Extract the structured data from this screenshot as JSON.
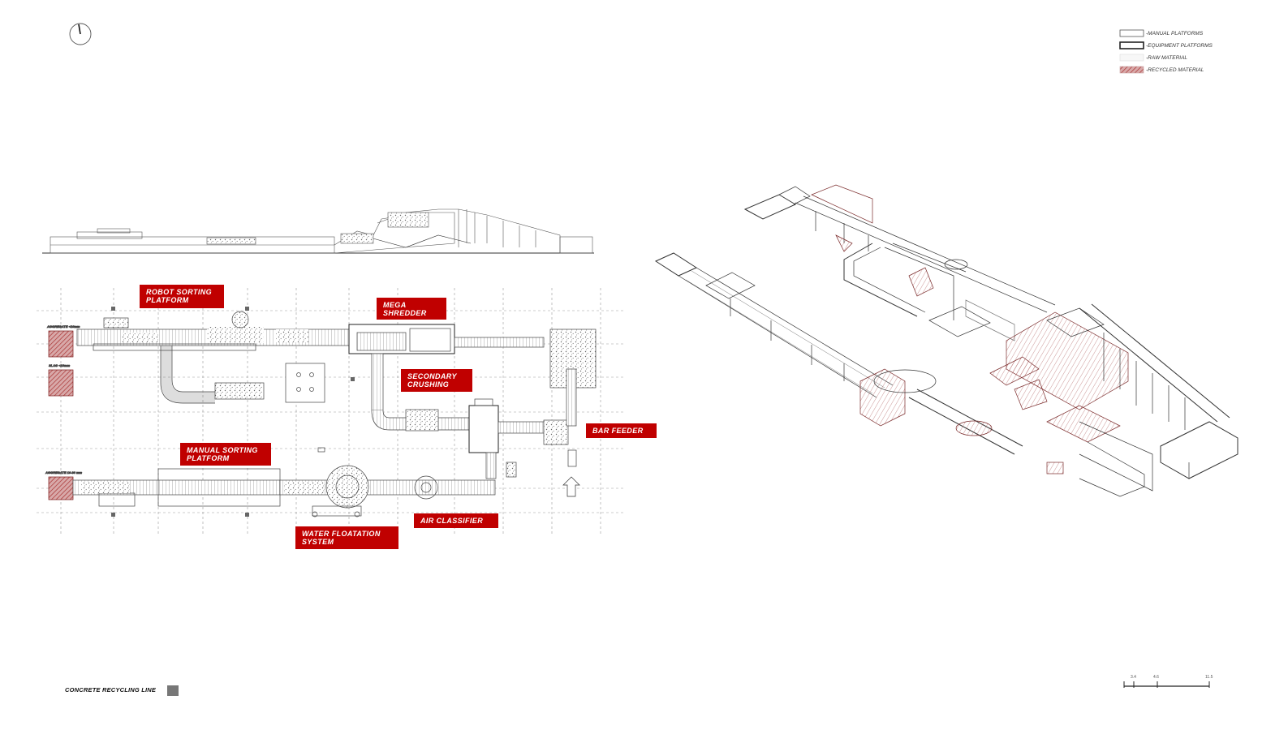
{
  "legend": {
    "items": [
      {
        "label": "-MANUAL PLATFORMS",
        "style": "thin-outline"
      },
      {
        "label": "-EQUIPMENT PLATFORMS",
        "style": "thick-outline"
      },
      {
        "label": "-RAW MATERIAL",
        "style": "light-fill"
      },
      {
        "label": "-RECYCLED MATERIAL",
        "style": "hatched-red"
      }
    ]
  },
  "labels": {
    "robot_sorting": [
      "ROBOT SORTING",
      "PLATFORM"
    ],
    "mega_shredder": [
      "MEGA",
      "SHREDDER"
    ],
    "secondary_crushing": [
      "SECONDARY",
      "CRUSHING"
    ],
    "bar_feeder": [
      "BAR FEEDER"
    ],
    "manual_sorting": [
      "MANUAL SORTING",
      "PLATFORM"
    ],
    "water_floatation": [
      "WATER FLOATATION",
      "SYSTEM"
    ],
    "air_classifier": [
      "AIR CLASSIFIER"
    ]
  },
  "small_notes": {
    "aggregate_top": "AGGREGATE <10mm",
    "slag": "SLAG <10mm",
    "aggregate_bottom": "AGGREGATE 10-30 mm"
  },
  "scale_bar": {
    "ticks": [
      "3.4",
      "4.6",
      "11.5"
    ]
  },
  "title": "CONCRETE RECYCLING LINE",
  "colors": {
    "accent": "#c00000",
    "line": "#333333",
    "recycled": "#a83030",
    "swatch": "#777777"
  },
  "icons": {
    "north": "north-arrow-icon"
  }
}
